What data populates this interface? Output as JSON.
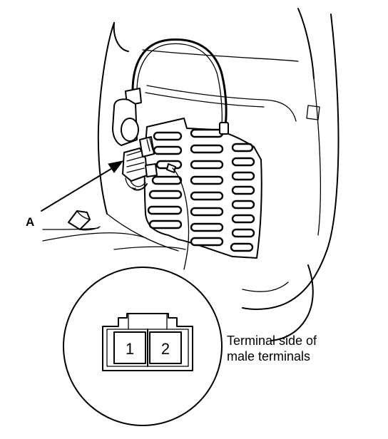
{
  "callout": {
    "label": "A"
  },
  "connector": {
    "pins": [
      "1",
      "2"
    ]
  },
  "caption": {
    "line1": "Terminal side of",
    "line2": "male terminals"
  }
}
